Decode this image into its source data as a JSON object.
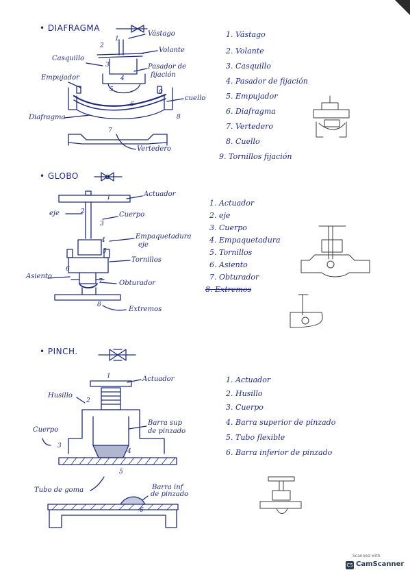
{
  "sections": {
    "diafragma": {
      "heading": "• DIAFRAGMA",
      "labels": {
        "vastago": "Vástago",
        "volante": "Volante",
        "casquillo": "Casquillo",
        "pasador": "Pasador de",
        "pasador2": "fijación",
        "empujador": "Empujador",
        "cuello": "cuello",
        "diafragma": "Diafragma",
        "vertedero": "Vertedero"
      },
      "numbers": [
        "1",
        "2",
        "3",
        "4",
        "5",
        "6",
        "7",
        "8",
        "9"
      ],
      "list": [
        "1. Vástago",
        "2. Volante",
        "3. Casquillo",
        "4. Pasador de fijación",
        "5. Empujador",
        "6. Diafragma",
        "7. Vertedero",
        "8. Cuello",
        "9. Tornillos fijación"
      ]
    },
    "globo": {
      "heading": "• GLOBO",
      "labels": {
        "actuador": "Actuador",
        "eje": "eje",
        "cuerpo": "Cuerpo",
        "empaquetadura": "Empaquetadura",
        "empaquetadura2": "eje",
        "tornillos": "Tornillos",
        "asiento": "Asiento",
        "obturador": "Obturador",
        "extremos": "Extremos"
      },
      "numbers": [
        "1",
        "2",
        "3",
        "4",
        "5",
        "6",
        "7",
        "8"
      ],
      "list": [
        "1. Actuador",
        "2. eje",
        "3. Cuerpo",
        "4. Empaquetadura",
        "5. Tornillos",
        "6. Asiento",
        "7. Obturador",
        "8. Extremos"
      ]
    },
    "pinch": {
      "heading": "• PINCH.",
      "labels": {
        "actuador": "Actuador",
        "husillo": "Husillo",
        "cuerpo": "Cuerpo",
        "barra_sup": "Barra sup",
        "barra_sup2": "de pinzado",
        "tubo": "Tubo de goma",
        "barra_inf": "Barra inf",
        "barra_inf2": "de pinzado"
      },
      "numbers": [
        "1",
        "2",
        "3",
        "4",
        "5",
        "6"
      ],
      "list": [
        "1. Actuador",
        "2. Husillo",
        "3. Cuerpo",
        "4. Barra superior de pinzado",
        "5. Tubo flexible",
        "6. Barra inferior de pinzado"
      ]
    }
  },
  "scanner": {
    "caption": "Scanned with",
    "name": "CamScanner",
    "icon_text": "CS"
  },
  "colors": {
    "ink": "#1e2a78",
    "pencil": "#3a3a3a",
    "hatch": "#1e2a78"
  }
}
